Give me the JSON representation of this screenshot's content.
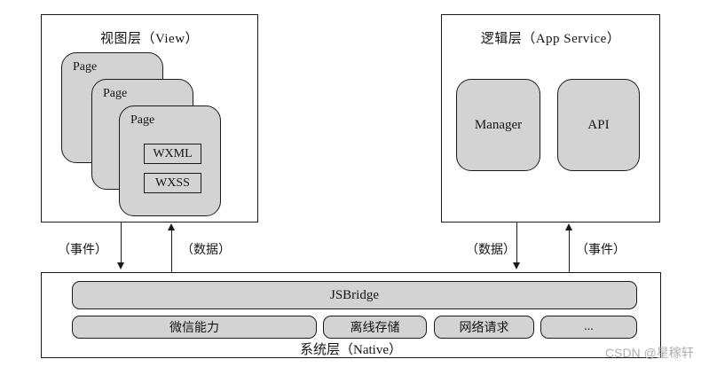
{
  "view": {
    "title": "视图层（View）",
    "pages": [
      {
        "label": "Page"
      },
      {
        "label": "Page"
      },
      {
        "label": "Page"
      }
    ],
    "files": [
      "WXML",
      "WXSS"
    ]
  },
  "logic": {
    "title": "逻辑层（App Service）",
    "modules": [
      "Manager",
      "API"
    ]
  },
  "native": {
    "title": "系统层（Native）",
    "bridge": "JSBridge",
    "capabilities": [
      "微信能力",
      "离线存储",
      "网络请求",
      "..."
    ]
  },
  "arrows": {
    "view_event": "（事件）",
    "view_data": "（数据）",
    "logic_data": "（数据）",
    "logic_event": "（事件）"
  },
  "watermark": "CSDN @星稼轩",
  "colors": {
    "box_fill": "#d3d3d3",
    "border": "#1a1a1a",
    "watermark": "#a9aeb6"
  }
}
